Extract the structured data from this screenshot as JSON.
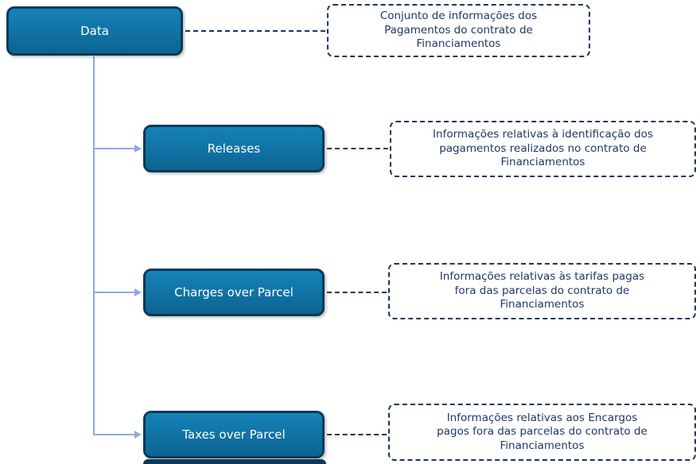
{
  "diagram": {
    "root": {
      "label": "Data",
      "note": "Conjunto de informações dos\nPagamentos do contrato de\nFinanciamentos"
    },
    "children": [
      {
        "label": "Releases",
        "note": "Informações relativas à identificação dos\npagamentos realizados no contrato de\nFinanciamentos"
      },
      {
        "label": "Charges over Parcel",
        "note": "Informações relativas às tarifas pagas\nfora das parcelas do contrato de\nFinanciamentos"
      },
      {
        "label": "Taxes over Parcel",
        "note": "Informações relativas aos Encargos\npagos fora das parcelas do contrato de\nFinanciamentos"
      }
    ],
    "colors": {
      "node_fill_top": "#1583B8",
      "node_fill_bottom": "#0D648F",
      "node_border": "#0B3A57",
      "node_text": "#FFFFFF",
      "note_border": "#17365D",
      "note_text": "#1F3864",
      "tree_connector": "#8FAADC"
    }
  }
}
